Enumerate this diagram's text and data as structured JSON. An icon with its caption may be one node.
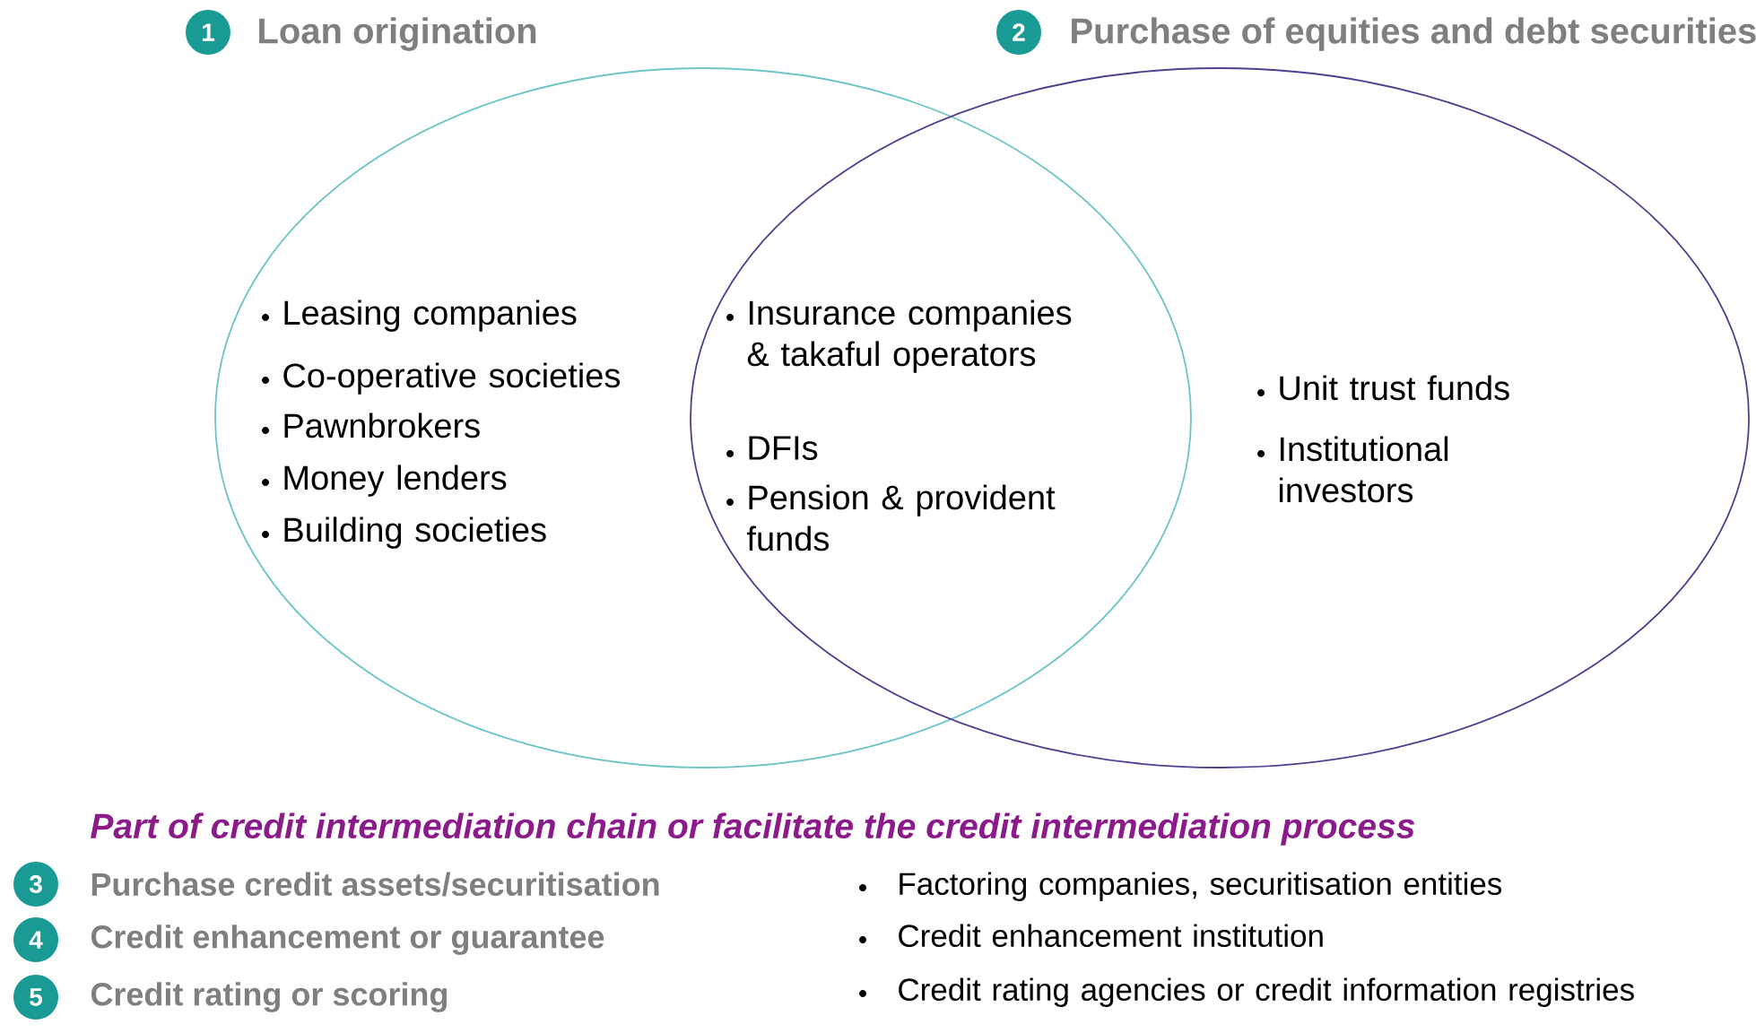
{
  "diagram": {
    "nodes": [
      {
        "text": [
          "1"
        ]
      },
      {
        "text": [
          "2"
        ]
      },
      {
        "text": [
          "Leasing companies",
          "Co-operative societies",
          "Pawnbrokers",
          "Money lenders",
          "Building societies"
        ]
      },
      {
        "text": [
          "Unit trust funds",
          "Institutional investors"
        ]
      },
      {
        "text": [
          "3"
        ],
        "beside": [
          "Purchase credit assets/securitisation"
        ]
      },
      {
        "text": [
          "4"
        ],
        "beside": [
          "Credit enhancement or guarantee"
        ]
      },
      {
        "text": [
          "5"
        ],
        "beside": [
          "Credit rating or scoring"
        ]
      }
    ],
    "labels": [
      "Loan origination",
      "Purchase of equities and debt securities",
      "Insurance companies & takaful operators",
      "DFIs",
      "Pension & provident funds",
      "Part of credit intermediation chain or facilitate the credit intermediation process",
      "Factoring companies, securitisation entities",
      "Credit enhancement institution",
      "Credit rating agencies or credit information registries"
    ]
  }
}
